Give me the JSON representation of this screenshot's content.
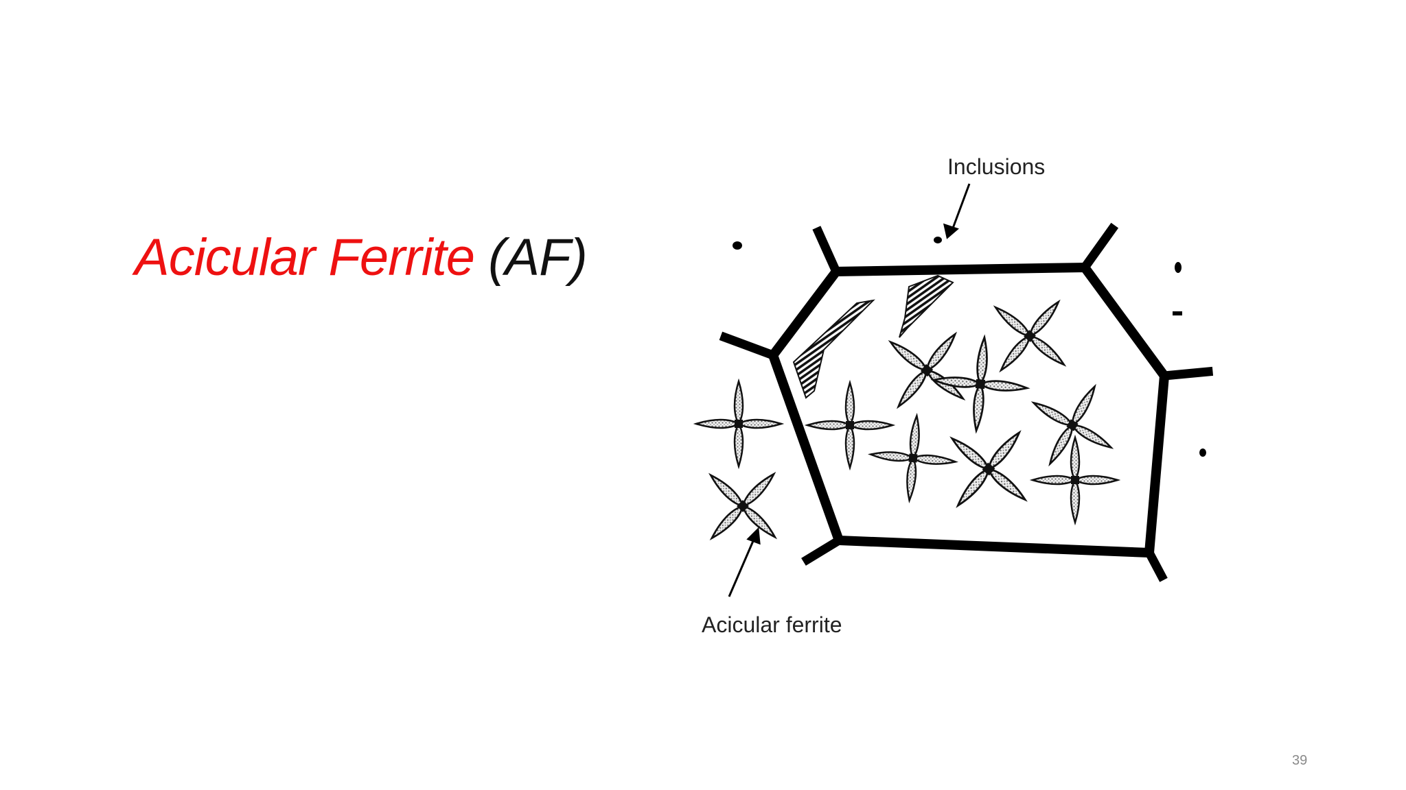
{
  "title": {
    "emphasis": "Acicular Ferrite",
    "rest": " (AF)",
    "emphasis_color": "#ee1111"
  },
  "diagram": {
    "labels": {
      "inclusions": "Inclusions",
      "acicular_ferrite": "Acicular ferrite"
    }
  },
  "page_number": "39"
}
